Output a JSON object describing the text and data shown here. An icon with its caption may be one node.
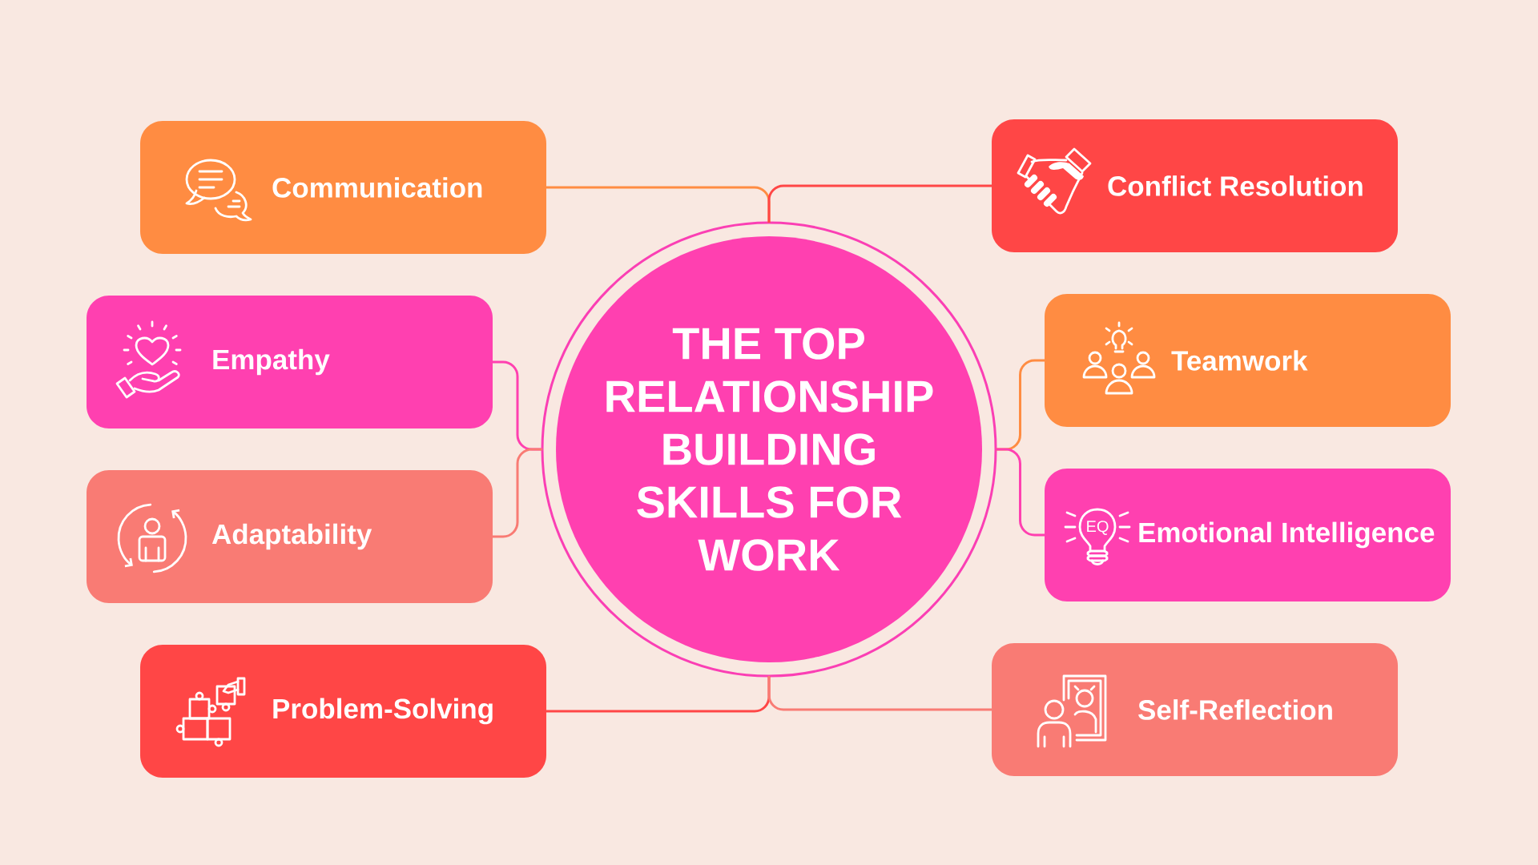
{
  "diagram": {
    "nodes": [
      {
        "text": [
          "THE TOP RELATIONSHIP BUILDING SKILLS FOR WORK"
        ]
      },
      {
        "text": [
          "Communication"
        ]
      },
      {
        "text": [
          "Conflict Resolution"
        ]
      },
      {
        "text": [
          "Empathy"
        ]
      },
      {
        "text": [
          "Teamwork"
        ]
      },
      {
        "text": [
          "Adaptability"
        ]
      },
      {
        "text": [
          "Emotional Intelligence"
        ]
      },
      {
        "text": [
          "Problem-Solving"
        ]
      },
      {
        "text": [
          "Self-Reflection"
        ]
      }
    ],
    "edges": [
      {
        "from": 0,
        "to": 1,
        "arrow": "none",
        "color": "#ff8c42"
      },
      {
        "from": 0,
        "to": 2,
        "arrow": "none",
        "color": "#ff4646"
      },
      {
        "from": 0,
        "to": 3,
        "arrow": "none",
        "color": "#ff40b0"
      },
      {
        "from": 0,
        "to": 4,
        "arrow": "none",
        "color": "#ff8c42"
      },
      {
        "from": 0,
        "to": 5,
        "arrow": "none",
        "color": "#f97b74"
      },
      {
        "from": 0,
        "to": 6,
        "arrow": "none",
        "color": "#ff40b0"
      },
      {
        "from": 0,
        "to": 7,
        "arrow": "none",
        "color": "#ff4646"
      },
      {
        "from": 0,
        "to": 8,
        "arrow": "none",
        "color": "#f97b74"
      }
    ],
    "labels": [
      "EQ"
    ]
  }
}
